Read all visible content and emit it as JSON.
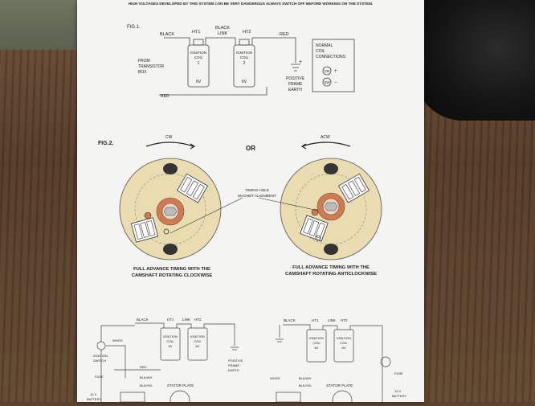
{
  "warning": "HIGH VOLTAGES DEVELOPED BY THIS SYSTEM CAN BE VERY DANGEROUS ALWAYS SWITCH OFF BEFORE WORKING ON THE SYSTEM.",
  "fig1": {
    "label": "FIG.1.",
    "black": "BLACK",
    "ht1": "HT1",
    "black_link": [
      "BLACK",
      "LINK"
    ],
    "ht2": "HT2",
    "red_top": "RED",
    "coil1": [
      "IGNITION",
      "COIL",
      "1",
      "6V"
    ],
    "coil2": [
      "IGNITION",
      "COIL",
      "2",
      "6V"
    ],
    "from": [
      "FROM",
      "TRANSISTOR",
      "BOX"
    ],
    "earth": [
      "POSITIVE",
      "FRAME",
      "EARTH"
    ],
    "red_bottom": "RED",
    "normal": [
      "NORMAL",
      "COIL",
      "CONNECTIONS"
    ],
    "cb": "CB",
    "sw": "SW",
    "plus": "+",
    "minus": "−"
  },
  "fig2": {
    "label": "FIG.2.",
    "cw": "CW",
    "or": "OR",
    "acw": "ACW",
    "timing": [
      "TIMING HOLE",
      "MAGNET ALIGNMENT"
    ],
    "caption_left": [
      "FULL ADVANCE TIMING WITH THE",
      "CAMSHAFT ROTATING CLOCKWISE"
    ],
    "caption_right": [
      "FULL ADVANCE TIMING WITH THE",
      "CAMSHAFT ROTATING ANTICLOCKWISE"
    ]
  },
  "fig3": {
    "black": "BLACK",
    "ht1": "HT1",
    "link": "LINK",
    "ht2": "HT2",
    "coil": [
      "IGNITION",
      "COIL",
      "6V"
    ],
    "ignition_switch": [
      "IGNITION",
      "SWITCH"
    ],
    "white": "WHITE",
    "fuse": "FUSE",
    "red": "RED",
    "battery": [
      "12 V",
      "BATTERY"
    ],
    "blk_wh": "BLK/WH",
    "blk_yel": "BLK/YEL",
    "stator": "STATOR PLATE",
    "earth": [
      "POSITIVE",
      "FRAME",
      "EARTH"
    ]
  }
}
